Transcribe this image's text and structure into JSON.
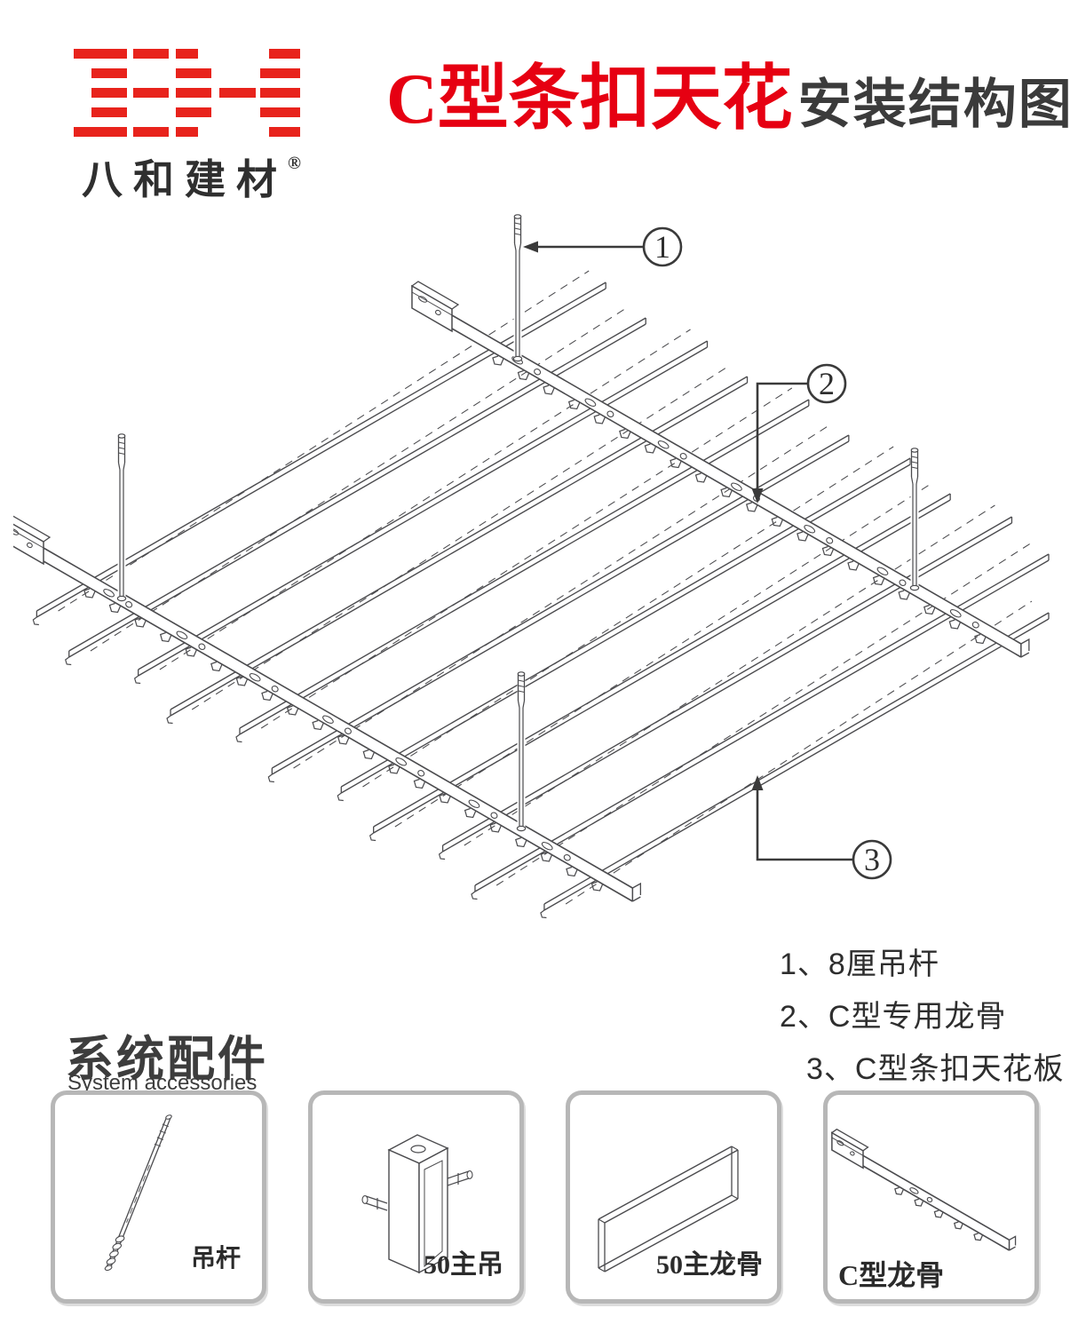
{
  "brand": {
    "name": "八和建材",
    "registered": "®"
  },
  "title": {
    "product": "C型条扣天花",
    "suffix": "安装结构图"
  },
  "diagram": {
    "callouts": [
      {
        "number": "1"
      },
      {
        "number": "2"
      },
      {
        "number": "3"
      }
    ],
    "legend": [
      "1、8厘吊杆",
      "2、C型专用龙骨",
      "3、C型条扣天花板"
    ]
  },
  "accessories": {
    "heading": "系统配件",
    "subheading": "System accessories",
    "items": [
      {
        "label": "吊杆"
      },
      {
        "label": "50主吊"
      },
      {
        "label": "50主龙骨"
      },
      {
        "label": "C型龙骨"
      }
    ]
  },
  "colors": {
    "brand_red": "#e8231c",
    "title_red": "#e60012",
    "line": "#4b4b4e",
    "text": "#303030",
    "box_border": "#b7b7b7"
  }
}
